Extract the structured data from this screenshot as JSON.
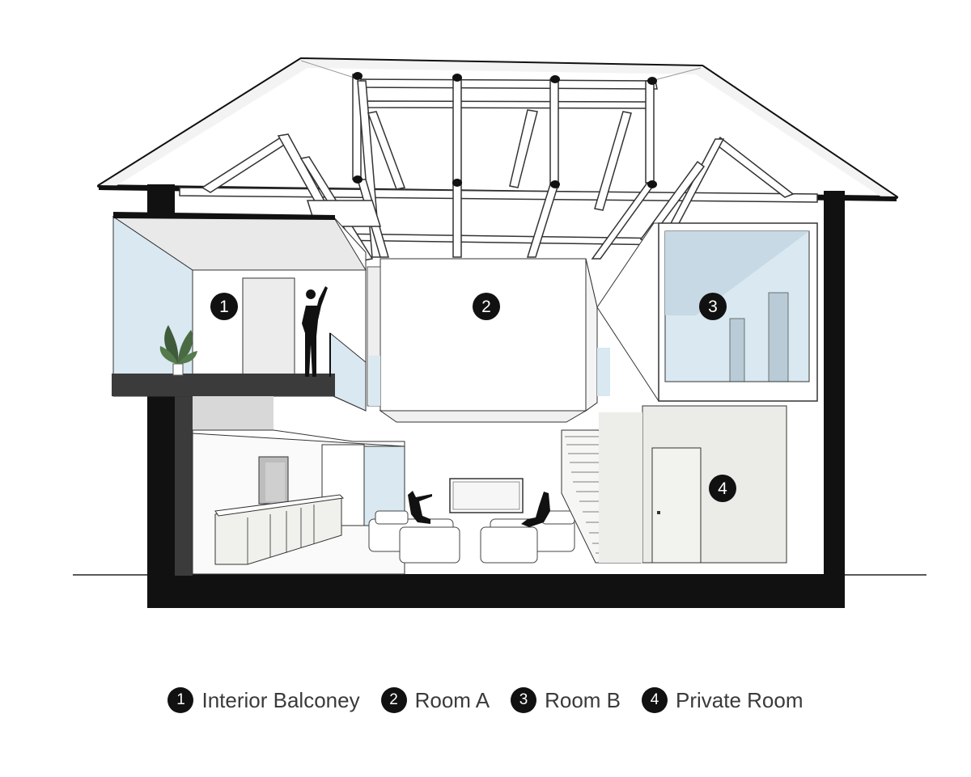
{
  "markers": [
    {
      "number": "1"
    },
    {
      "number": "2"
    },
    {
      "number": "3"
    },
    {
      "number": "4"
    }
  ],
  "legend": [
    {
      "number": "1",
      "label": "Interior Balconey"
    },
    {
      "number": "2",
      "label": "Room A"
    },
    {
      "number": "3",
      "label": "Room B"
    },
    {
      "number": "4",
      "label": "Private Room"
    }
  ],
  "colors": {
    "outline": "#111111",
    "glass": "#d9e8f1",
    "wall_shade": "#e8e8e4",
    "truss": "#ffffff"
  }
}
